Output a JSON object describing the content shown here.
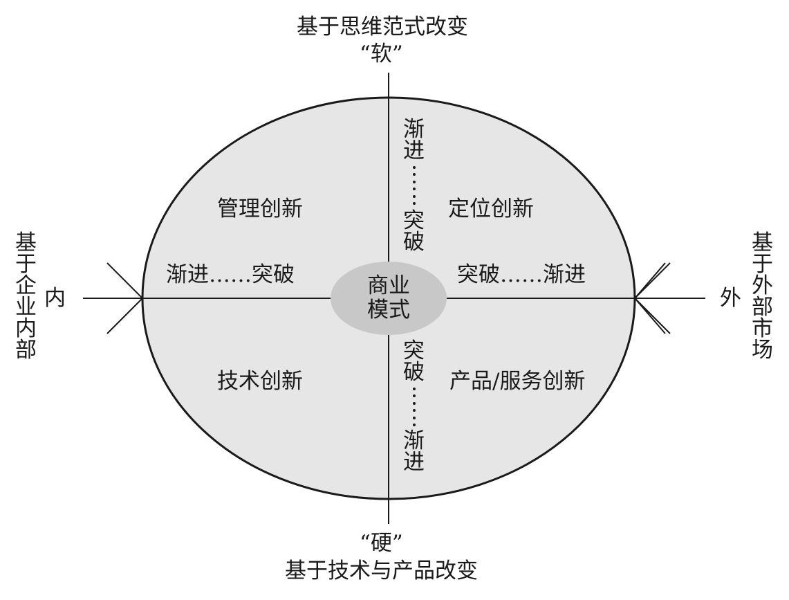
{
  "top": {
    "line1": "基于思维范式改变",
    "line2": "“软”"
  },
  "bottom": {
    "line1": "“硬”",
    "line2": "基于技术与产品改变"
  },
  "left": {
    "axis_label": "内",
    "vertical_label": [
      "基",
      "于",
      "企",
      "业",
      "内",
      "部"
    ]
  },
  "right": {
    "axis_label": "外",
    "vertical_label": [
      "基",
      "于",
      "外",
      "部",
      "市",
      "场"
    ]
  },
  "center": {
    "line1": "商业",
    "line2": "模式"
  },
  "quadrants": {
    "top_left": "管理创新",
    "top_right": "定位创新",
    "bottom_left": "技术创新",
    "bottom_right": "产品/服务创新"
  },
  "scales": {
    "left_horizontal": "渐进……突破",
    "right_horizontal": "突破……渐进",
    "top_vertical": {
      "start": [
        "渐",
        "进"
      ],
      "end": [
        "突",
        "破"
      ]
    },
    "bottom_vertical": {
      "start": [
        "突",
        "破"
      ],
      "end": [
        "渐",
        "进"
      ]
    }
  },
  "colors": {
    "ellipse_fill": "#e6e6e6",
    "center_fill": "#c8c8c8",
    "stroke": "#1a1a1a"
  }
}
